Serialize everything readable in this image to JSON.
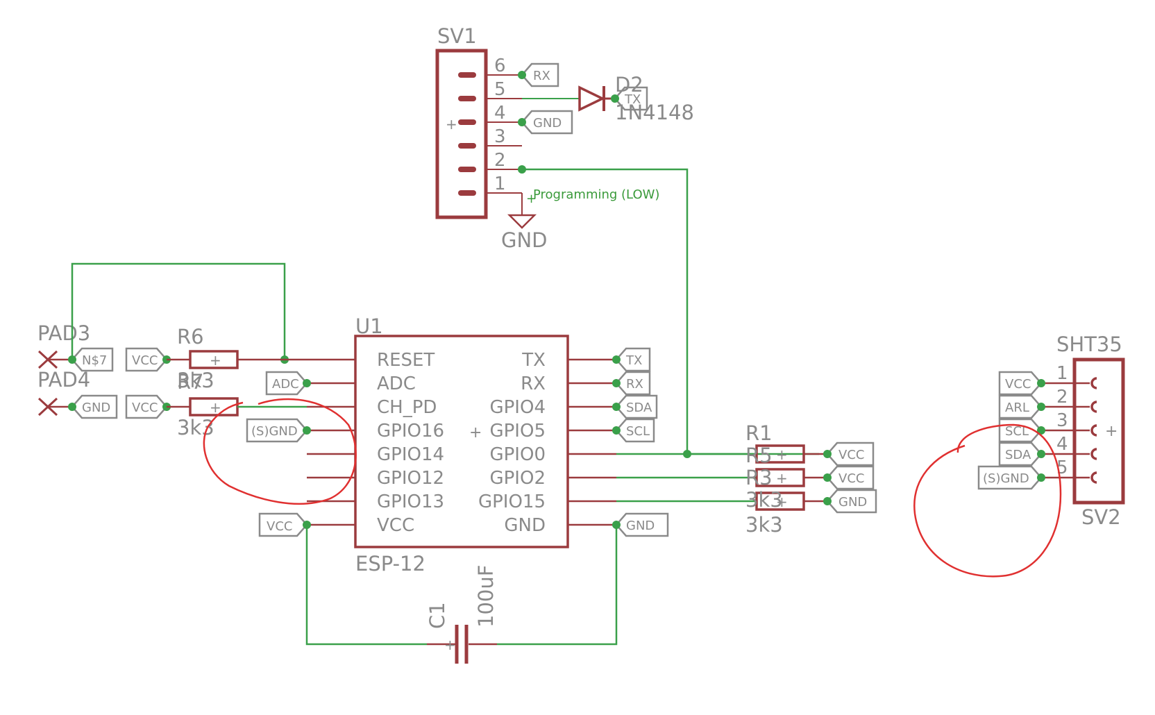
{
  "colors": {
    "component": "#9b3b3e",
    "wire": "#3aa04a",
    "text": "#8a8a8a",
    "annotation": "#e03030",
    "background": "#ffffff"
  },
  "sv1": {
    "name": "SV1",
    "pins": [
      "6",
      "5",
      "4",
      "3",
      "2",
      "1"
    ],
    "labels": {
      "rx": "RX",
      "tx": "TX",
      "gnd": "GND"
    },
    "gnd_symbol": "GND",
    "programming_note": "Programming (LOW)"
  },
  "d2": {
    "name": "D2",
    "value": "1N4148"
  },
  "u1": {
    "name": "U1",
    "value": "ESP-12",
    "left_pins": [
      "RESET",
      "ADC",
      "CH_PD",
      "GPIO16",
      "GPIO14",
      "GPIO12",
      "GPIO13",
      "VCC"
    ],
    "right_pins": [
      "TX",
      "RX",
      "GPIO4",
      "GPIO5",
      "GPIO0",
      "GPIO2",
      "GPIO15",
      "GND"
    ]
  },
  "pads": {
    "pad3": "PAD3",
    "pad4": "PAD4",
    "pad3_net": "N$7",
    "pad4_net": "GND"
  },
  "left_resistors": {
    "r6": {
      "name": "R6",
      "value": "3k3"
    },
    "r7": {
      "name": "R7",
      "value": "3k3"
    },
    "vcc1": "VCC",
    "vcc2": "VCC"
  },
  "u1_left_nets": {
    "adc": "ADC",
    "sgnd": "(S)GND",
    "vcc": "VCC"
  },
  "u1_right_nets": {
    "tx": "TX",
    "rx": "RX",
    "sda": "SDA",
    "scl": "SCL",
    "gnd": "GND"
  },
  "right_resistors": {
    "r1": {
      "name": "R1",
      "value": "3k3"
    },
    "r5": {
      "name": "R5",
      "value": "3k3"
    },
    "r3": {
      "name": "R3",
      "value": "3k3"
    },
    "nets": [
      "VCC",
      "VCC",
      "GND"
    ]
  },
  "c1": {
    "name": "C1",
    "value": "100uF"
  },
  "sht35": {
    "name": "SHT35",
    "connector": "SV2",
    "pins": [
      "1",
      "2",
      "3",
      "4",
      "5"
    ],
    "nets": [
      "VCC",
      "ARL",
      "SCL",
      "SDA",
      "(S)GND"
    ]
  }
}
